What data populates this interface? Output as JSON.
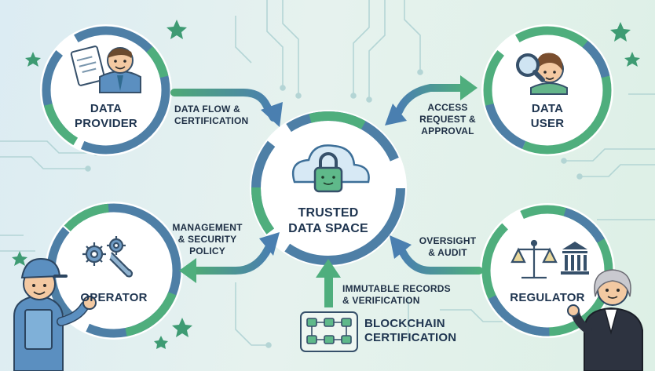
{
  "nodes": {
    "data_provider": {
      "line1": "DATA",
      "line2": "PROVIDER"
    },
    "data_user": {
      "line1": "DATA",
      "line2": "USER"
    },
    "operator": {
      "label": "OPERATOR"
    },
    "regulator": {
      "label": "REGULATOR"
    },
    "center": {
      "line1": "TRUSTED",
      "line2": "DATA SPACE"
    },
    "blockchain": {
      "line1": "BLOCKCHAIN",
      "line2": "CERTIFICATION"
    }
  },
  "flows": {
    "provider_to_center": {
      "line1": "DATA FLOW &",
      "line2": "CERTIFICATION"
    },
    "user_center": {
      "line1": "ACCESS",
      "line2": "REQUEST &",
      "line3": "APPROVAL"
    },
    "operator_center": {
      "line1": "MANAGEMENT",
      "line2": "& SECURITY",
      "line3": "POLICY"
    },
    "regulator_center": {
      "line1": "OVERSIGHT",
      "line2": "& AUDIT"
    },
    "blockchain_center": {
      "line1": "IMMUTABLE RECORDS",
      "line2": "& VERIFICATION"
    }
  },
  "colors": {
    "ring_blue": "#4e7fa6",
    "ring_green": "#4fae7d",
    "arrow_blue": "#4f86b8",
    "arrow_green": "#52b07c",
    "text": "#1f3550"
  }
}
